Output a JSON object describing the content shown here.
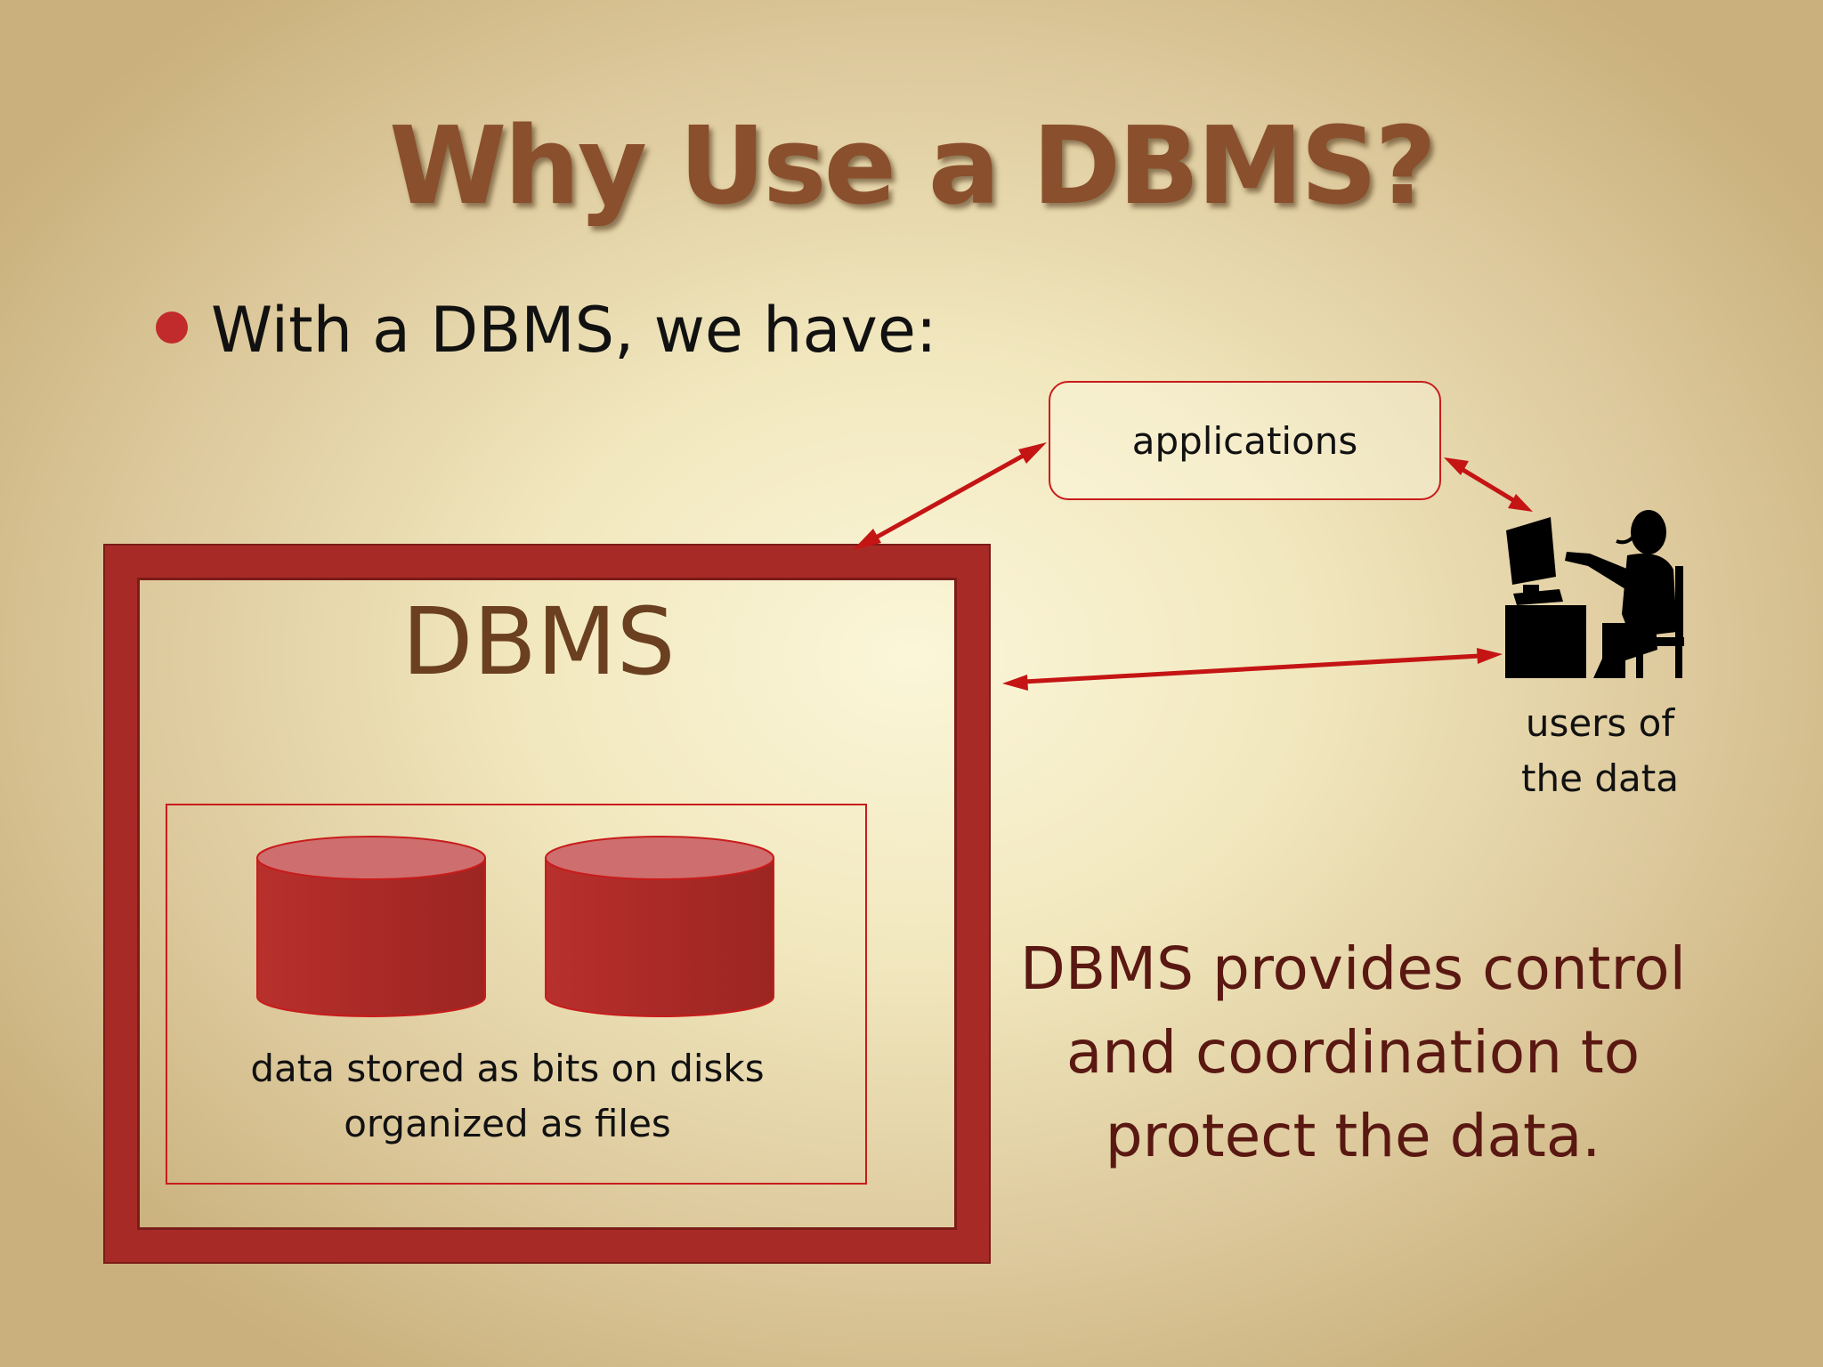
{
  "title": "Why Use a DBMS?",
  "bullet": "With a DBMS, we have:",
  "diagram": {
    "applications_label": "applications",
    "dbms_label": "DBMS",
    "storage_caption": [
      "data stored as bits on disks",
      "organized as files"
    ],
    "users_caption": [
      "users of",
      "the data"
    ],
    "summary": [
      "DBMS provides control",
      "and coordination to",
      "protect the data."
    ]
  },
  "icons": {
    "bullet": "bullet-dot",
    "disk_left": "database-cylinder-icon",
    "disk_right": "database-cylinder-icon",
    "user": "person-at-computer-icon"
  },
  "colors": {
    "accent_red": "#a82a27",
    "arrow_red": "#c41414",
    "title_brown": "#8a4f2c",
    "dbms_text": "#6b4020",
    "summary_text": "#5a1812"
  }
}
